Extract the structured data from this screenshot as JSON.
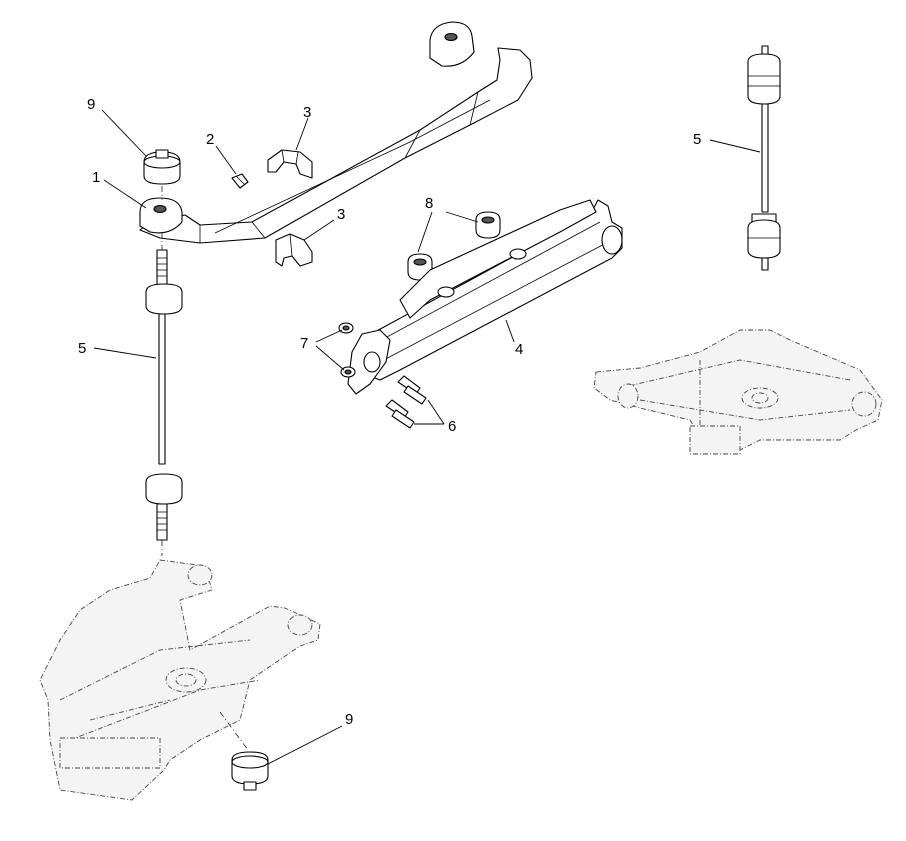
{
  "callouts": {
    "c1": "1",
    "c2": "2",
    "c3a": "3",
    "c3b": "3",
    "c4": "4",
    "c5a": "5",
    "c5b": "5",
    "c6": "6",
    "c7": "7",
    "c8": "8",
    "c9a": "9",
    "c9b": "9"
  }
}
